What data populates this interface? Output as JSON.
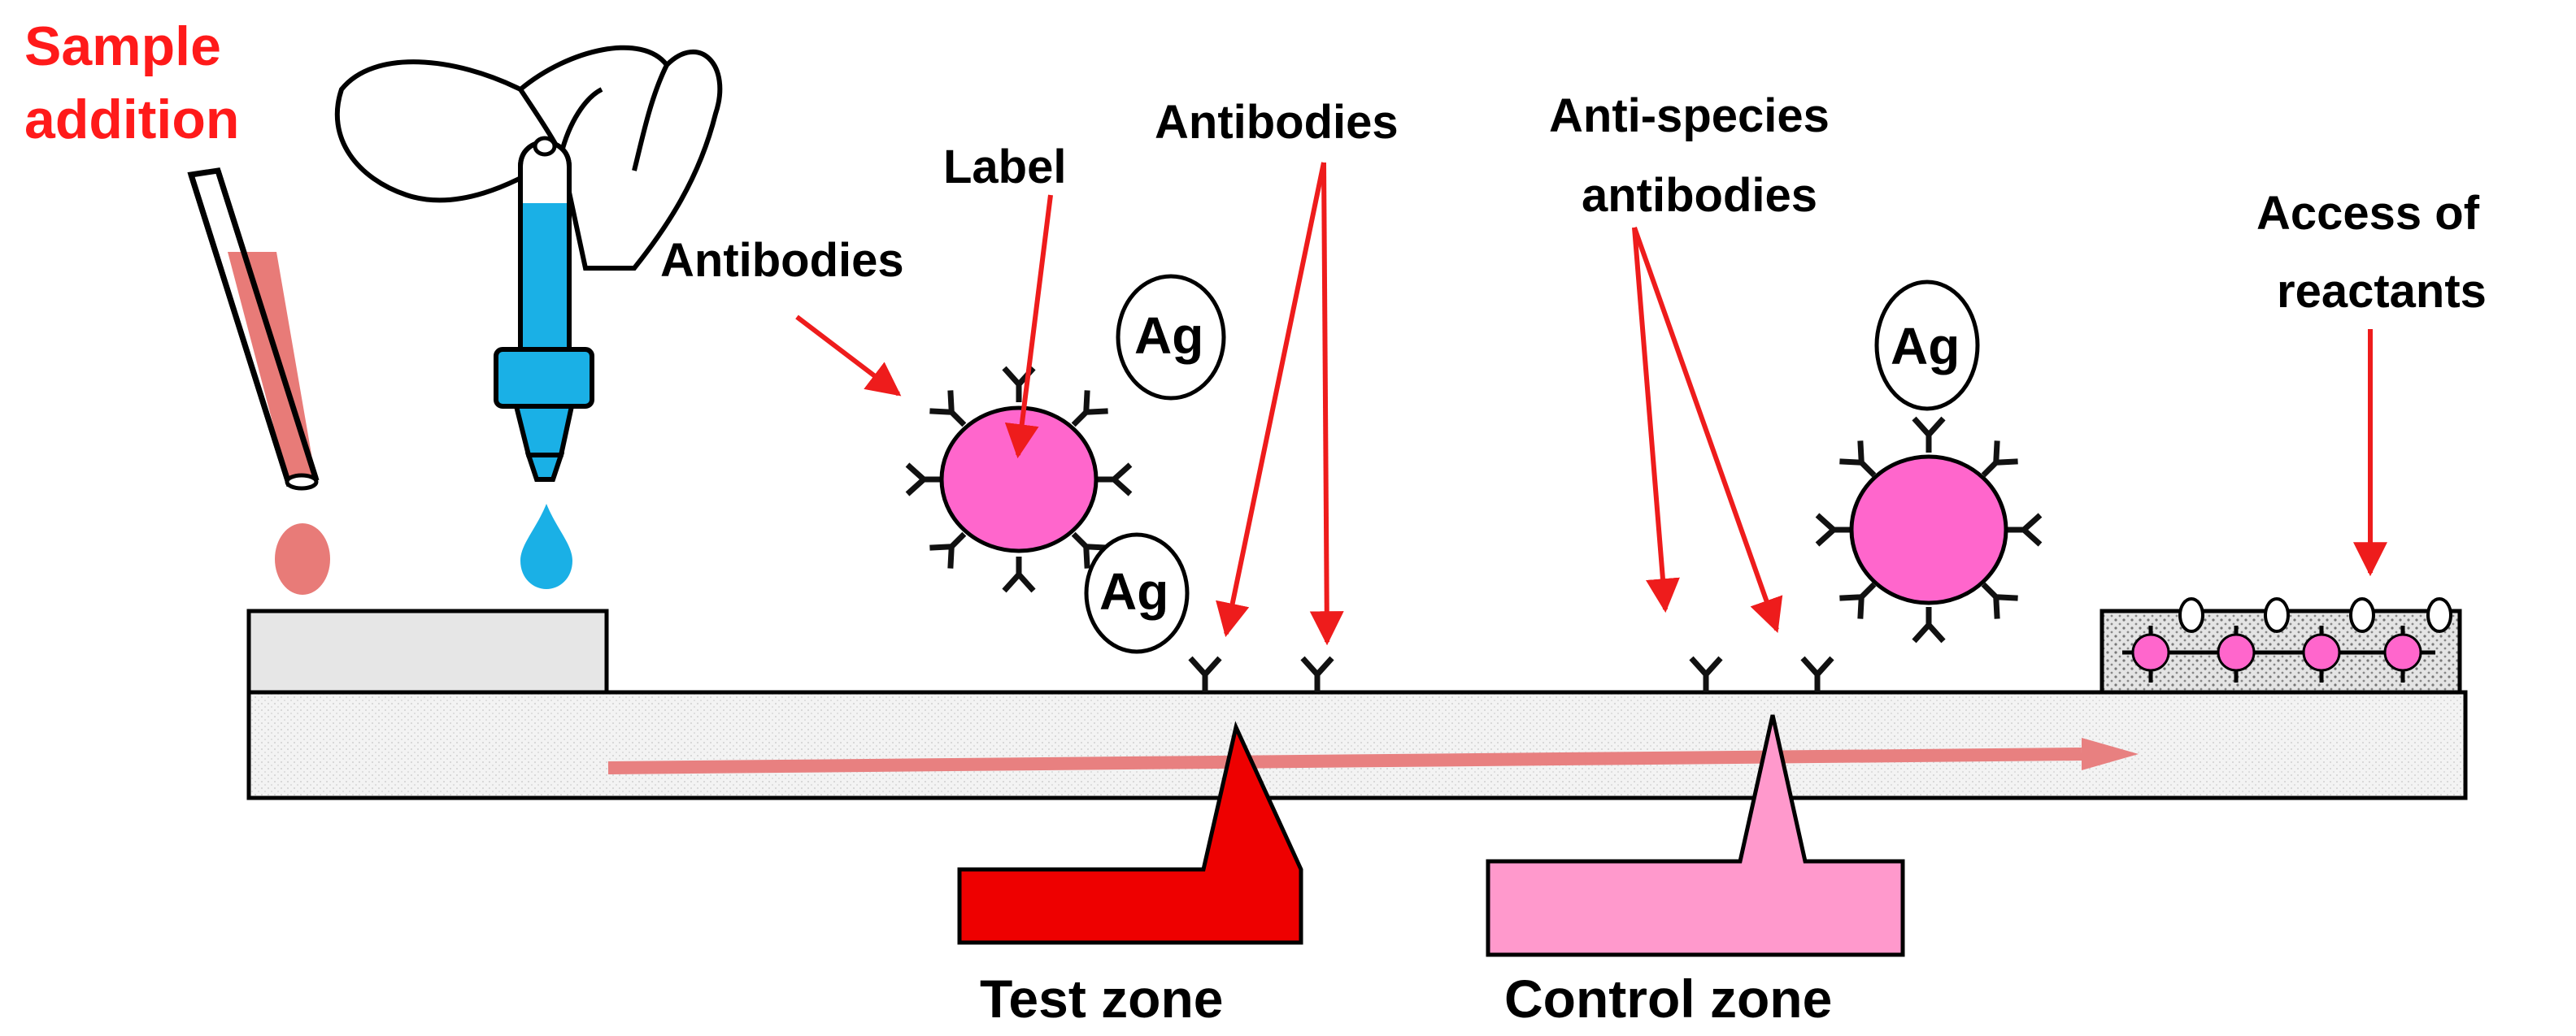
{
  "labels": {
    "sample_addition_line1": "Sample",
    "sample_addition_line2": "addition",
    "label": "Label",
    "antibodies_left": "Antibodies",
    "antibodies_top": "Antibodies",
    "anti_species_line1": "Anti-species",
    "anti_species_line2": "antibodies",
    "access_line1": "Access of",
    "access_line2": "reactants",
    "test_zone": "Test zone",
    "control_zone": "Control zone",
    "antigen": "Ag"
  },
  "colors": {
    "red_text": "#ff1a1a",
    "arrow_red": "#ee1c1c",
    "particle_pink": "#ff66cc",
    "liquid_blue": "#1ab0e6",
    "tube_fluid": "#e87b78",
    "test_zone_fill": "#ee0000",
    "control_zone_fill": "#ff99cc",
    "flow_arrow": "#e88080",
    "strip_fill": "#f2f2f2",
    "sample_pad": "#e6e6e6"
  },
  "icons": [
    "sample-tube-icon",
    "hand-dropper-icon",
    "labelled-particle-icon",
    "antibody-icon",
    "antigen-icon",
    "flow-arrow-icon"
  ]
}
